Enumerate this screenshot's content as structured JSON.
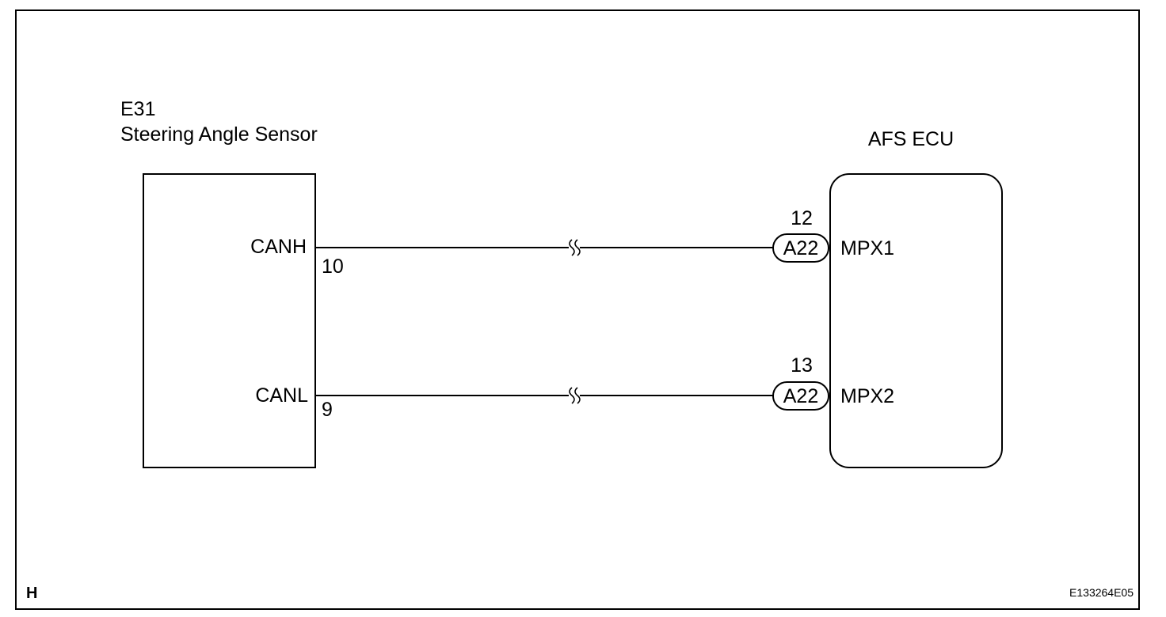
{
  "sensor": {
    "code": "E31",
    "name": "Steering Angle Sensor"
  },
  "ecu": {
    "name": "AFS ECU"
  },
  "wires": [
    {
      "sensor_signal": "CANH",
      "sensor_pin": "10",
      "ecu_pin": "12",
      "connector": "A22",
      "ecu_signal": "MPX1"
    },
    {
      "sensor_signal": "CANL",
      "sensor_pin": "9",
      "ecu_pin": "13",
      "connector": "A22",
      "ecu_signal": "MPX2"
    }
  ],
  "corner_letter": "H",
  "figure_id": "E133264E05",
  "colors": {
    "line": "#000000",
    "background": "#ffffff"
  }
}
